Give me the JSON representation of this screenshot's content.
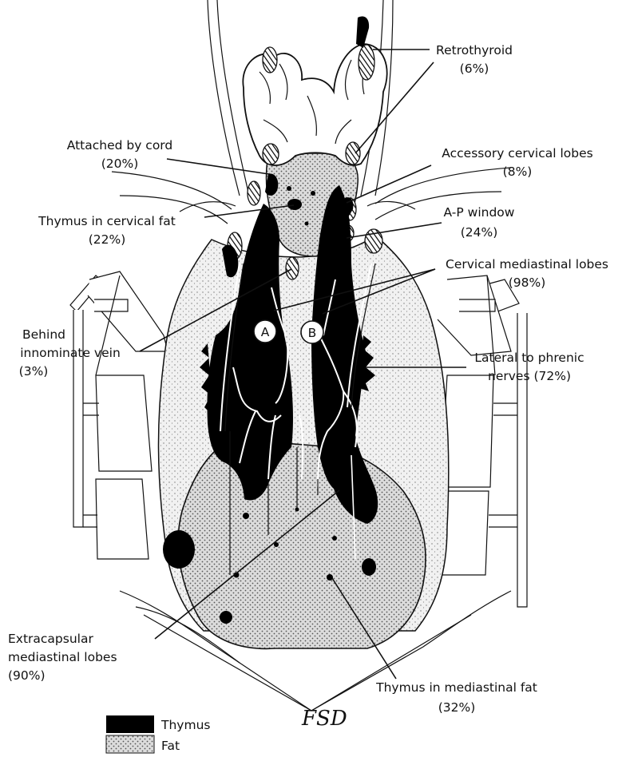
{
  "labels": {
    "retrothyroid": [
      "Retrothyroid",
      "(6%)"
    ],
    "accessory": [
      "Accessory cervical lobes",
      "(8%)"
    ],
    "attached": [
      "Attached by cord",
      "(20%)"
    ],
    "cervical_fat": [
      "Thymus in cervical fat",
      "(22%)"
    ],
    "ap_window": [
      "A-P window",
      "(24%)"
    ],
    "cervical_mediastinal": [
      "Cervical mediastinal lobes",
      "(98%)"
    ],
    "innominate": [
      "Behind",
      "innominate vein",
      "(3%)"
    ],
    "phrenic": [
      "Lateral to phrenic",
      "nerves (72%)"
    ],
    "extracapsular": [
      "Extracapsular",
      "mediastinal lobes",
      "(90%)"
    ],
    "mediastinal_fat": [
      "Thymus in mediastinal fat",
      "(32%)"
    ]
  },
  "markers": {
    "a": "A",
    "b": "B"
  },
  "legend": {
    "thymus": "Thymus",
    "fat": "Fat"
  },
  "signature": "FSD",
  "colors": {
    "thymus": "#000000",
    "fat": "#bdbdbd",
    "thyroid": "#ffffff",
    "line": "#111111"
  }
}
